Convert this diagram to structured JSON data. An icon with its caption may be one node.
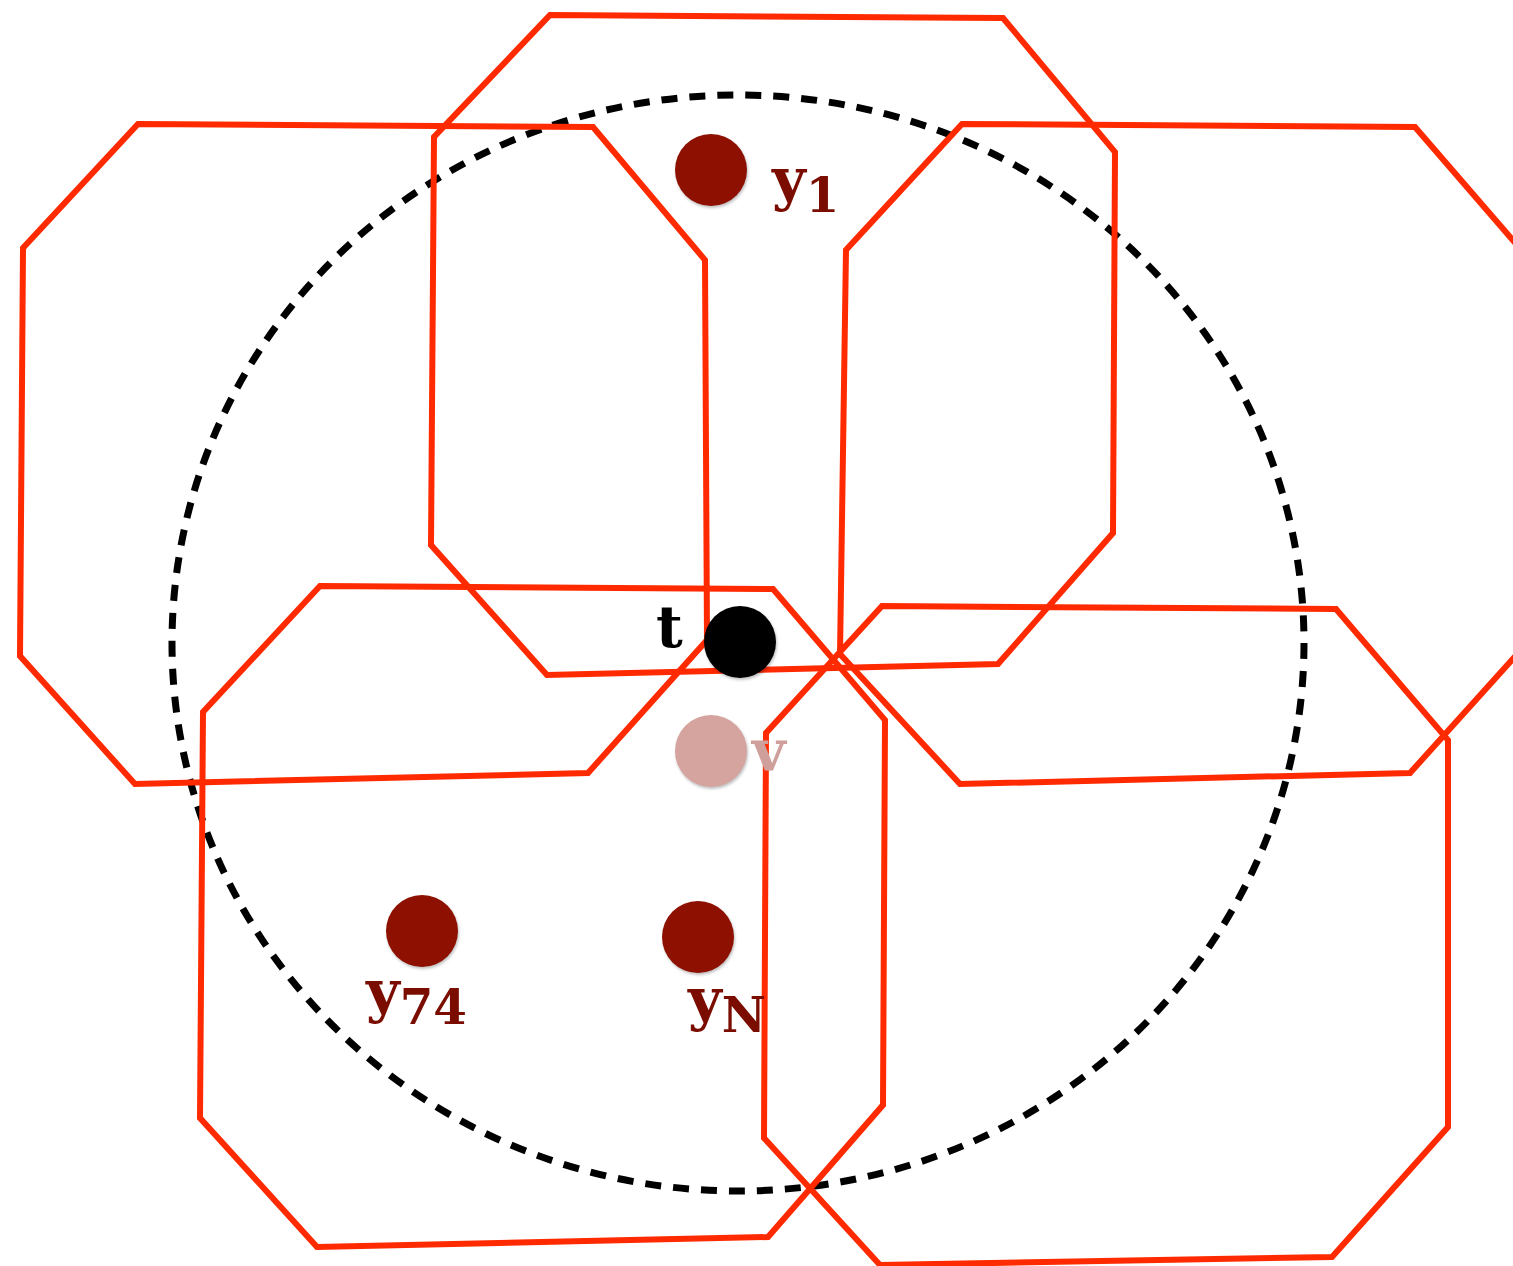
{
  "diagram": {
    "nodes": [
      {
        "text": [],
        "shape": "circle",
        "beside": [
          "y$_{1}$"
        ]
      },
      {
        "text": [],
        "shape": "circle",
        "beside": [
          "t"
        ]
      },
      {
        "text": [],
        "shape": "circle",
        "beside": [
          "v"
        ]
      },
      {
        "text": [],
        "shape": "circle",
        "beside": [
          "y$_{74}$"
        ]
      },
      {
        "text": [],
        "shape": "circle",
        "beside": [
          "y$_{N}$"
        ]
      }
    ],
    "edges": []
  }
}
